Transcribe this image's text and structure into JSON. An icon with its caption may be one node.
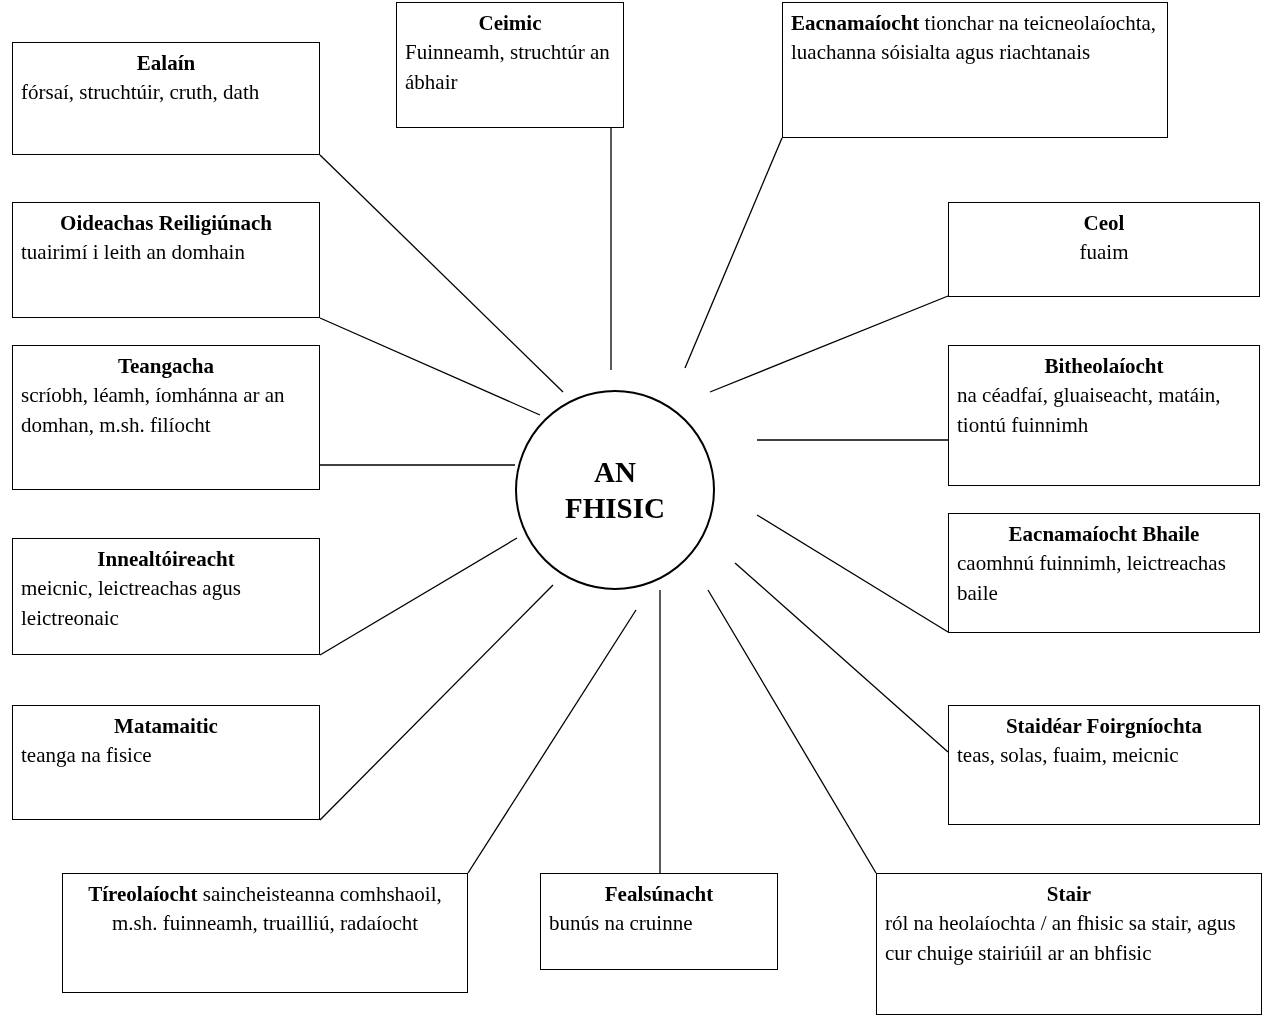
{
  "diagram": {
    "nodes": [
      {
        "text": [
          "AN FHISIC"
        ]
      },
      {
        "text": [
          "Ealaín",
          "fórsaí, struchtúir, cruth, dath"
        ]
      },
      {
        "text": [
          "Ceimic",
          "Fuinneamh, struchtúr an ábhair"
        ]
      },
      {
        "text": [
          "**Eacnamaíocht** tionchar na teicneolaíochta, luachanna sóisialta agus riachtanais"
        ]
      },
      {
        "text": [
          "Oideachas Reiligiúnach",
          "tuairimí i leith an domhain"
        ]
      },
      {
        "text": [
          "Ceol",
          "fuaim"
        ]
      },
      {
        "text": [
          "Teangacha",
          "scríobh, léamh, íomhánna ar an domhan, m.sh. filíocht"
        ]
      },
      {
        "text": [
          "Bitheolaíocht",
          "na céadfaí, gluaiseacht, matáin, tiontú fuinnimh"
        ]
      },
      {
        "text": [
          "Innealtóireacht",
          "meicnic, leictreachas agus leictreonaic"
        ]
      },
      {
        "text": [
          "Eacnamaíocht Bhaile",
          "caomhnú fuinnimh, leictreachas baile"
        ]
      },
      {
        "text": [
          "Matamaitic",
          "teanga na fisice"
        ]
      },
      {
        "text": [
          "Staidéar Foirgníochta",
          "teas, solas, fuaim, meicnic"
        ]
      },
      {
        "text": [
          "**Tíreolaíocht** saincheisteanna comhshaoil, m.sh. fuinneamh, truailliú, radaíocht"
        ]
      },
      {
        "text": [
          "Fealsúnacht",
          "bunús na cruinne"
        ]
      },
      {
        "text": [
          "Stair",
          "ról na heolaíochta / an fhisic sa stair, agus cur chuige stairiúil ar an bhfisic"
        ]
      }
    ],
    "edges": [
      {
        "from": 0,
        "to": 1,
        "arrow": "none"
      },
      {
        "from": 0,
        "to": 2,
        "arrow": "none"
      },
      {
        "from": 0,
        "to": 3,
        "arrow": "none"
      },
      {
        "from": 0,
        "to": 4,
        "arrow": "none"
      },
      {
        "from": 0,
        "to": 5,
        "arrow": "none"
      },
      {
        "from": 0,
        "to": 6,
        "arrow": "none"
      },
      {
        "from": 0,
        "to": 7,
        "arrow": "none"
      },
      {
        "from": 0,
        "to": 8,
        "arrow": "none"
      },
      {
        "from": 0,
        "to": 9,
        "arrow": "none"
      },
      {
        "from": 0,
        "to": 10,
        "arrow": "none"
      },
      {
        "from": 0,
        "to": 11,
        "arrow": "none"
      },
      {
        "from": 0,
        "to": 12,
        "arrow": "none"
      },
      {
        "from": 0,
        "to": 13,
        "arrow": "none"
      },
      {
        "from": 0,
        "to": 14,
        "arrow": "none"
      }
    ]
  }
}
